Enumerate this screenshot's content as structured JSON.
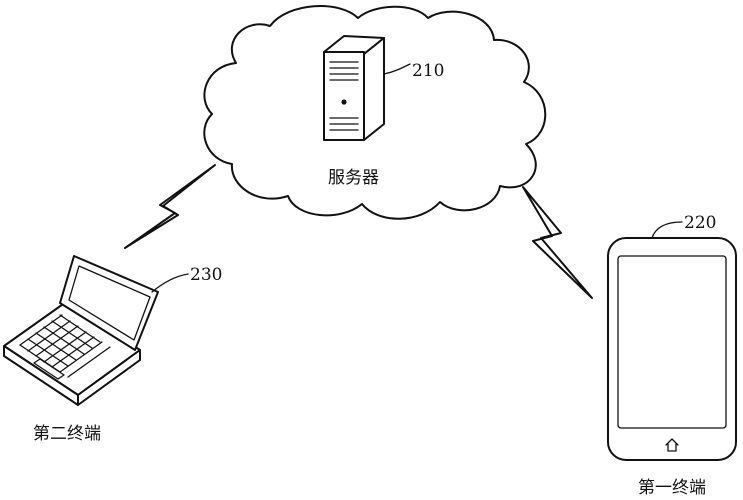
{
  "server": {
    "ref": "210",
    "caption": "服务器"
  },
  "first_terminal": {
    "ref": "220",
    "caption": "第一终端"
  },
  "second_terminal": {
    "ref": "230",
    "caption": "第二终端"
  },
  "icons": [
    "cloud-icon",
    "server-icon",
    "smartphone-icon",
    "laptop-icon",
    "lightning-icon"
  ]
}
